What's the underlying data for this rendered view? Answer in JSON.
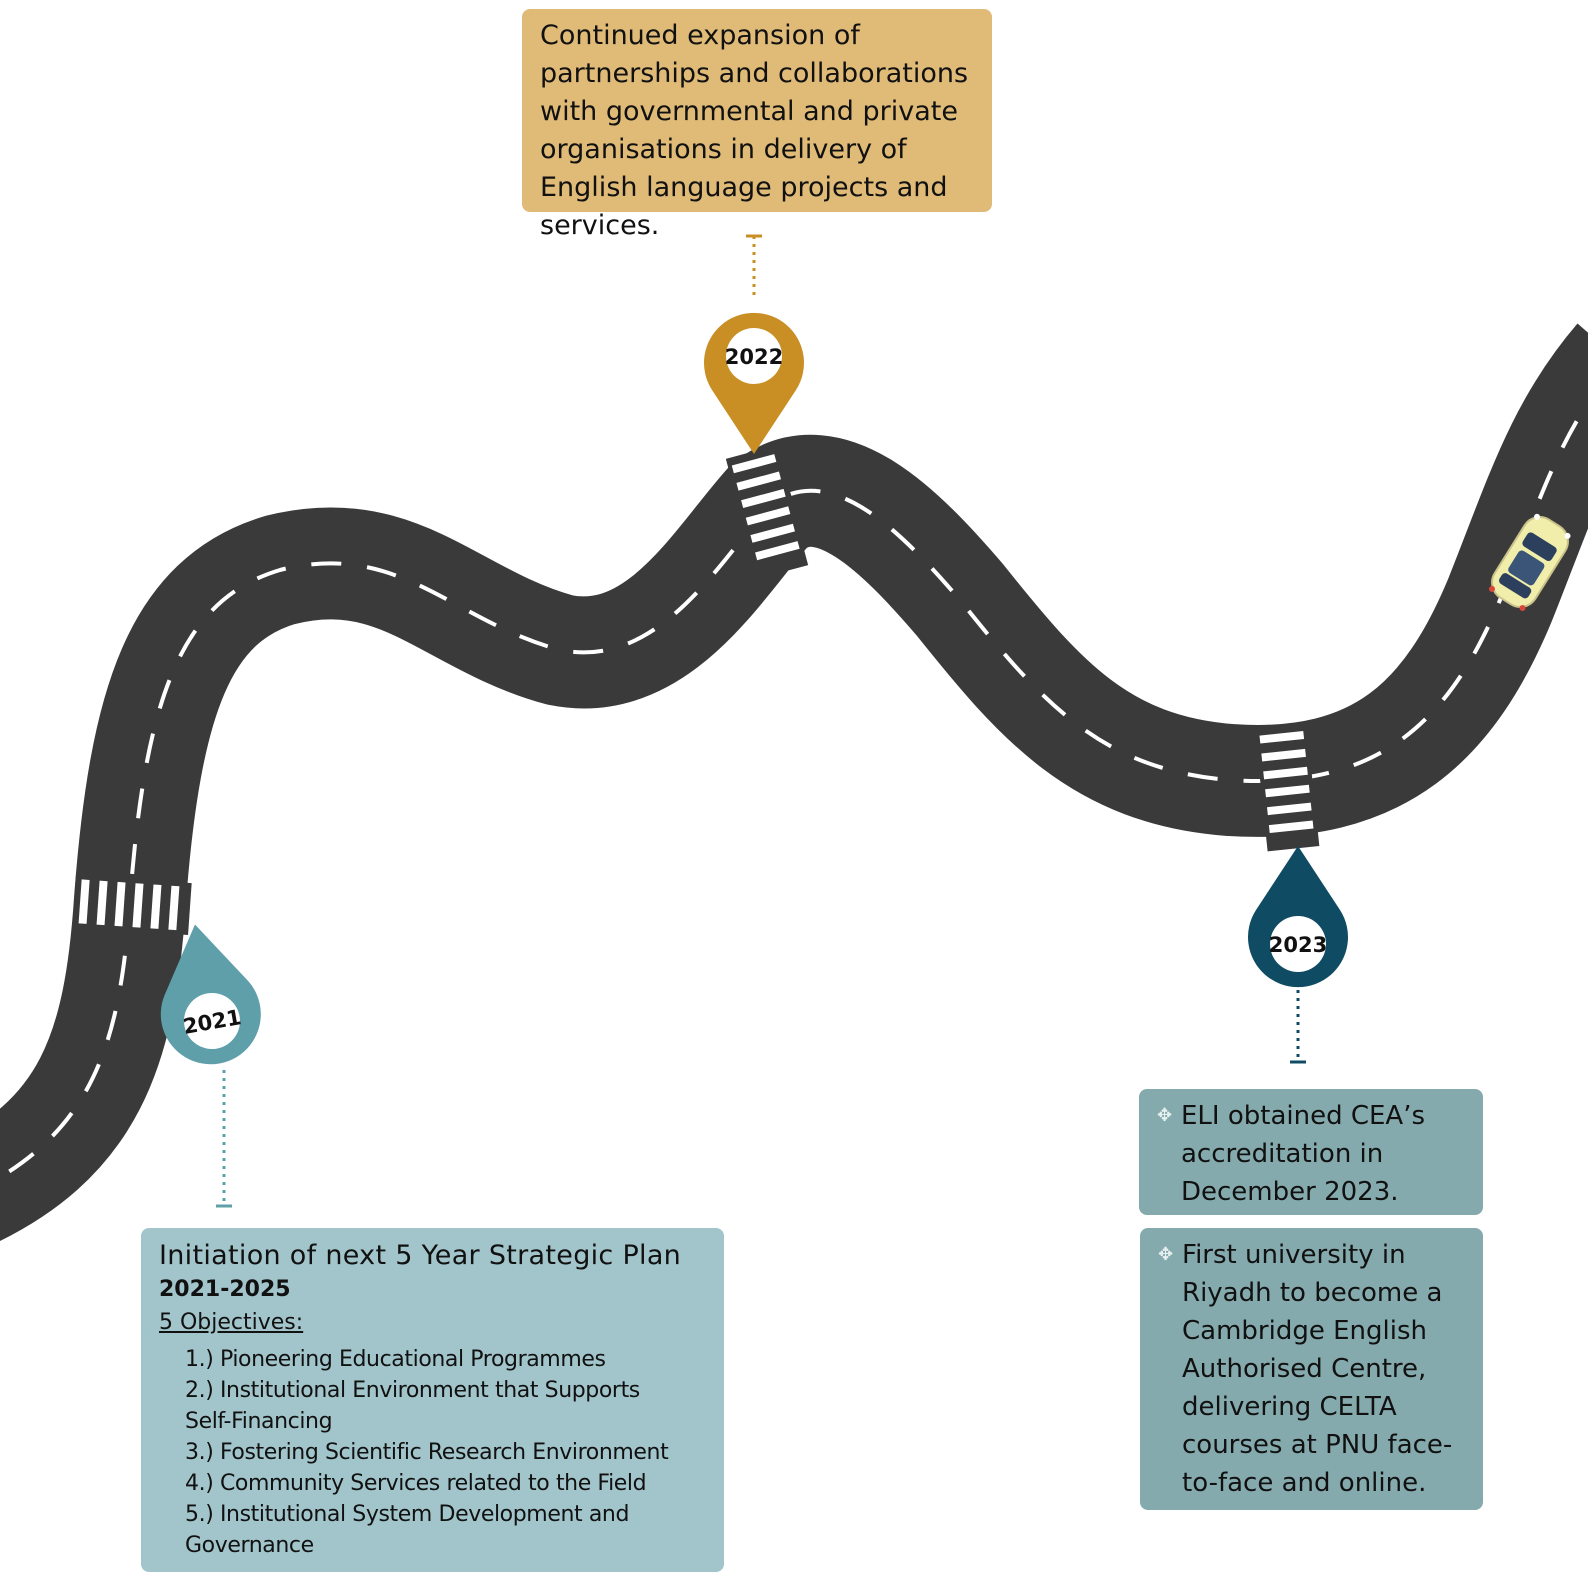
{
  "colors": {
    "road": "#3a3a3a",
    "lane_marking": "#ffffff",
    "pin_2021": "#5e9faa",
    "pin_2022": "#c98f24",
    "pin_2023": "#0f4c64",
    "box_2021": "#a2c5cb",
    "box_2022": "#e0bb78",
    "box_2023": "#85aaad",
    "car_body": "#f0eeaa",
    "car_window": "#2c3f5c"
  },
  "milestones": {
    "y2021": {
      "year": "2021",
      "title": "Initiation of next 5 Year Strategic Plan",
      "subtitle": "2021-2025",
      "objectives_heading": "5 Objectives:",
      "objectives": [
        "1.) Pioneering Educational Programmes",
        "2.) Institutional Environment that Supports",
        "Self-Financing",
        "3.) Fostering Scientific Research Environment",
        "4.) Community Services related to the Field",
        "5.) Institutional System Development and",
        "Governance"
      ]
    },
    "y2022": {
      "year": "2022",
      "text": "Continued expansion of partnerships and collaborations with governmental and private organisations in delivery of English language projects and services."
    },
    "y2023": {
      "year": "2023",
      "bullet_icon": "four-diamond-bullet-icon",
      "items": [
        "ELI obtained CEA’s accreditation in December 2023.",
        "First university in Riyadh to become a Cambridge English Authorised Centre, delivering CELTA courses at PNU face-to-face and online."
      ]
    }
  }
}
